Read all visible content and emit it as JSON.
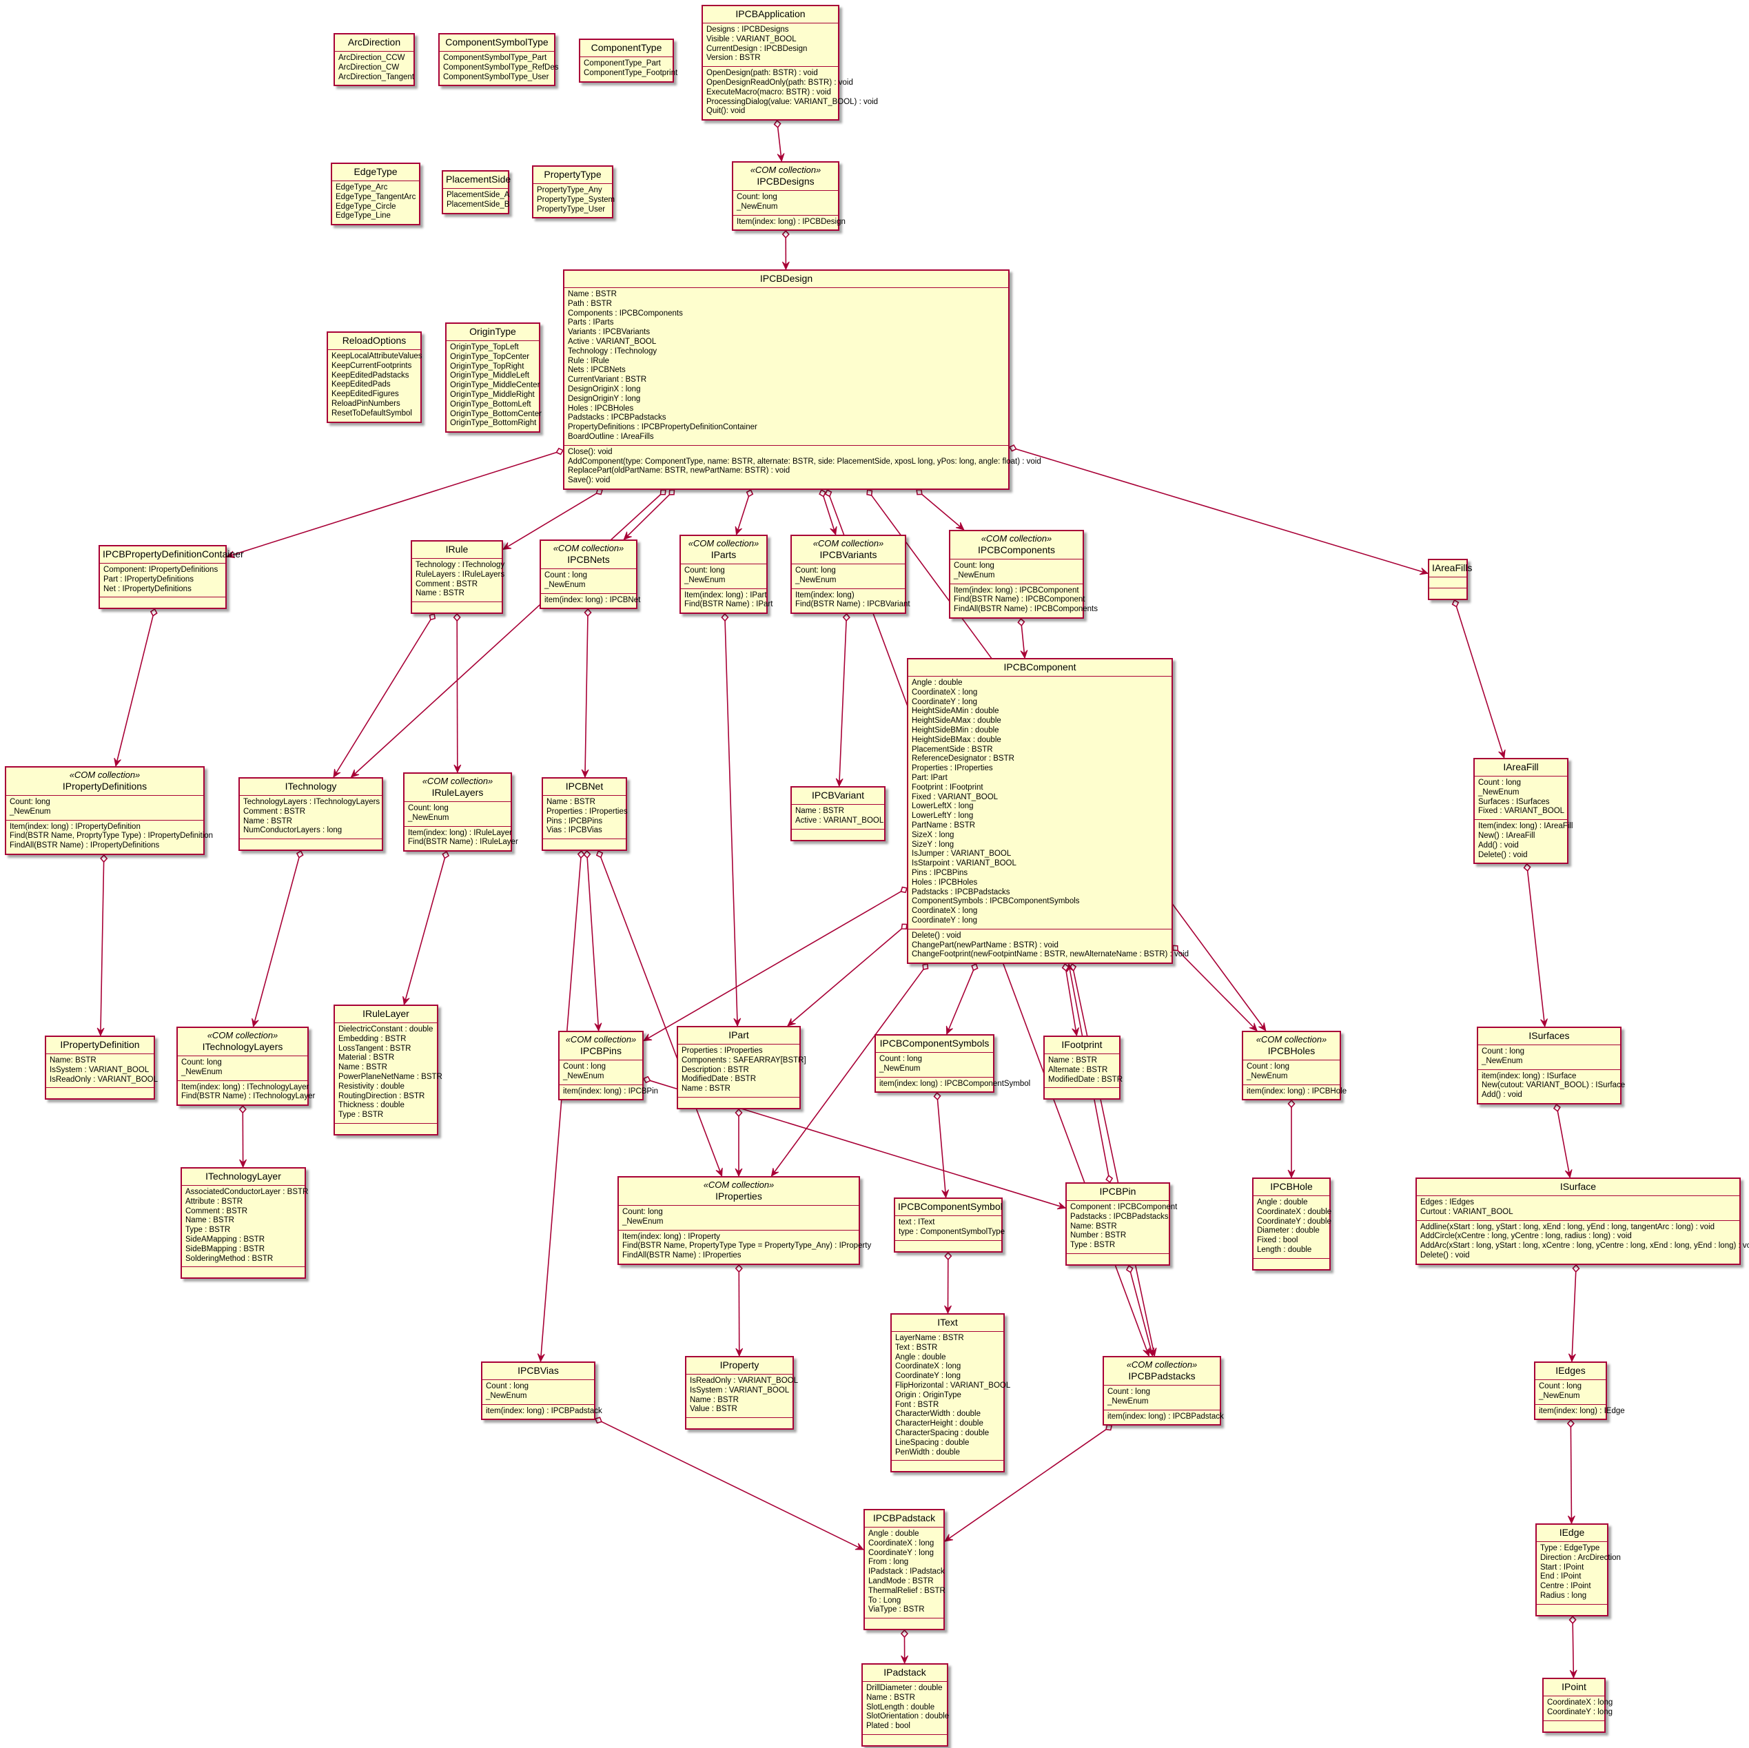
{
  "classes": {
    "ArcDirection": {
      "title": "ArcDirection",
      "stereo": "",
      "enum": true,
      "attrs": [
        "ArcDirection_CCW",
        "ArcDirection_CW",
        "ArcDirection_Tangent"
      ],
      "ops": []
    },
    "ComponentSymbolType": {
      "title": "ComponentSymbolType",
      "stereo": "",
      "enum": true,
      "attrs": [
        "ComponentSymbolType_Part",
        "ComponentSymbolType_RefDes",
        "ComponentSymbolType_User"
      ],
      "ops": []
    },
    "ComponentType": {
      "title": "ComponentType",
      "stereo": "",
      "enum": true,
      "attrs": [
        "ComponentType_Part",
        "ComponentType_Footprint"
      ],
      "ops": []
    },
    "EdgeType": {
      "title": "EdgeType",
      "stereo": "",
      "enum": true,
      "attrs": [
        "EdgeType_Arc",
        "EdgeType_TangentArc",
        "EdgeType_Circle",
        "EdgeType_Line"
      ],
      "ops": []
    },
    "PlacementSide": {
      "title": "PlacementSide",
      "stereo": "",
      "enum": true,
      "attrs": [
        "PlacementSide_A",
        "PlacementSide_B"
      ],
      "ops": []
    },
    "PropertyType": {
      "title": "PropertyType",
      "stereo": "",
      "enum": true,
      "attrs": [
        "PropertyType_Any",
        "PropertyType_System",
        "PropertyType_User"
      ],
      "ops": []
    },
    "ReloadOptions": {
      "title": "ReloadOptions",
      "stereo": "",
      "enum": true,
      "attrs": [
        "KeepLocalAttributeValues",
        "KeepCurrentFootprints",
        "KeepEditedPadstacks",
        "KeepEditedPads",
        "KeepEditedFigures",
        "ReloadPinNumbers",
        "ResetToDefaultSymbol"
      ],
      "ops": []
    },
    "OriginType": {
      "title": "OriginType",
      "stereo": "",
      "enum": true,
      "attrs": [
        "OriginType_TopLeft",
        "OriginType_TopCenter",
        "OriginType_TopRight",
        "OriginType_MiddleLeft",
        "OriginType_MiddleCenter",
        "OriginType_MiddleRight",
        "OriginType_BottomLeft",
        "OriginType_BottomCenter",
        "OriginType_BottomRight"
      ],
      "ops": []
    },
    "IPCBApplication": {
      "title": "IPCBApplication",
      "stereo": "",
      "attrs": [
        "Designs : IPCBDesigns",
        "Visible : VARIANT_BOOL",
        "CurrentDesign : IPCBDesign",
        "Version : BSTR"
      ],
      "ops": [
        "OpenDesign(path: BSTR) : void",
        "OpenDesignReadOnly(path: BSTR) : void",
        "ExecuteMacro(macro: BSTR) : void",
        "ProcessingDialog(value: VARIANT_BOOL) : void",
        "Quit(): void"
      ]
    },
    "IPCBDesigns": {
      "title": "IPCBDesigns",
      "stereo": "«COM collection»",
      "attrs": [
        "Count: long",
        "_NewEnum"
      ],
      "ops": [
        "Item(index: long) : IPCBDesign"
      ]
    },
    "IPCBDesign": {
      "title": "IPCBDesign",
      "stereo": "",
      "attrs": [
        "Name : BSTR",
        "Path : BSTR",
        "Components : IPCBComponents",
        "Parts : IParts",
        "Variants : IPCBVariants",
        "Active : VARIANT_BOOL",
        "Technology : ITechnology",
        "Rule : IRule",
        "Nets : IPCBNets",
        "CurrentVariant : BSTR",
        "DesignOriginX : long",
        "DesignOriginY : long",
        "Holes : IPCBHoles",
        "Padstacks : IPCBPadstacks",
        "PropertyDefinitions : IPCBPropertyDefinitionContainer",
        "BoardOutline : IAreaFills"
      ],
      "ops": [
        "Close(): void",
        "AddComponent(type: ComponentType, name: BSTR, alternate: BSTR, side: PlacementSide, xposL long, yPos: long, angle: float) : void",
        "ReplacePart(oldPartName: BSTR, newPartName: BSTR) : void",
        "Save(): void"
      ]
    },
    "IPCBPropertyDefinitionContainer": {
      "title": "IPCBPropertyDefinitionContainer",
      "stereo": "",
      "attrs": [
        "Component: IPropertyDefinitions",
        "Part : IPropertyDefinitions",
        "Net : IPropertyDefinitions"
      ],
      "ops": []
    },
    "IRule": {
      "title": "IRule",
      "stereo": "",
      "attrs": [
        "Technology : ITechnology",
        "RuleLayers : IRuleLayers",
        "Comment : BSTR",
        "Name : BSTR"
      ],
      "ops": []
    },
    "IPCBNets": {
      "title": "IPCBNets",
      "stereo": "«COM collection»",
      "attrs": [
        "Count : long",
        "_NewEnum"
      ],
      "ops": [
        "item(index: long) : IPCBNet"
      ]
    },
    "IParts": {
      "title": "IParts",
      "stereo": "«COM collection»",
      "attrs": [
        "Count: long",
        "_NewEnum"
      ],
      "ops": [
        "Item(index: long) : IPart",
        "Find(BSTR Name) : IPart"
      ]
    },
    "IPCBVariants": {
      "title": "IPCBVariants",
      "stereo": "«COM collection»",
      "attrs": [
        "Count: long",
        "_NewEnum"
      ],
      "ops": [
        "Item(index: long)",
        "Find(BSTR Name) : IPCBVariant"
      ]
    },
    "IPCBComponents": {
      "title": "IPCBComponents",
      "stereo": "«COM collection»",
      "attrs": [
        "Count: long",
        "_NewEnum"
      ],
      "ops": [
        "Item(index: long) : IPCBComponent",
        "Find(BSTR Name) : IPCBComponent",
        "FindAll(BSTR Name) : IPCBComponents"
      ]
    },
    "IAreaFills": {
      "title": "IAreaFills",
      "stereo": "",
      "attrs": [],
      "ops": []
    },
    "IPropertyDefinitions": {
      "title": "IPropertyDefinitions",
      "stereo": "«COM collection»",
      "attrs": [
        "Count: long",
        "_NewEnum"
      ],
      "ops": [
        "Item(index: long) : IPropertyDefinition",
        "Find(BSTR Name, ProprtyType Type) : IPropertyDefinition",
        "FindAll(BSTR Name) : IPropertyDefinitions"
      ]
    },
    "ITechnology": {
      "title": "ITechnology",
      "stereo": "",
      "attrs": [
        "TechnologyLayers : ITechnologyLayers",
        "Comment : BSTR",
        "Name : BSTR",
        "NumConductorLayers : long"
      ],
      "ops": []
    },
    "IRuleLayers": {
      "title": "IRuleLayers",
      "stereo": "«COM collection»",
      "attrs": [
        "Count: long",
        "_NewEnum"
      ],
      "ops": [
        "Item(index: long) : IRuleLayer",
        "Find(BSTR Name) : IRuleLayer"
      ]
    },
    "IPCBNet": {
      "title": "IPCBNet",
      "stereo": "",
      "attrs": [
        "Name : BSTR",
        "Properties : IProperties",
        "Pins : IPCBPins",
        "Vias : IPCBVias"
      ],
      "ops": []
    },
    "IPCBVariant": {
      "title": "IPCBVariant",
      "stereo": "",
      "attrs": [
        "Name : BSTR",
        "Active : VARIANT_BOOL"
      ],
      "ops": []
    },
    "IPCBComponent": {
      "title": "IPCBComponent",
      "stereo": "",
      "attrs": [
        "Angle : double",
        "CoordinateX : long",
        "CoordinateY : long",
        "HeightSideAMin : double",
        "HeightSideAMax : double",
        "HeightSideBMin : double",
        "HeightSideBMax : double",
        "PlacementSide : BSTR",
        "ReferenceDesignator : BSTR",
        "Properties : IProperties",
        "Part: IPart",
        "Footprint : IFootprint",
        "Fixed : VARIANT_BOOL",
        "LowerLeftX : long",
        "LowerLeftY : long",
        "PartName : BSTR",
        "SizeX : long",
        "SizeY : long",
        "IsJumper : VARIANT_BOOL",
        "IsStarpoint : VARIANT_BOOL",
        "Pins : IPCBPins",
        "Holes : IPCBHoles",
        "Padstacks : IPCBPadstacks",
        "ComponentSymbols : IPCBComponentSymbols",
        "CoordinateX : long",
        "CoordinateY : long"
      ],
      "ops": [
        "Delete() : void",
        "ChangePart(newPartName : BSTR) : void",
        "ChangeFootprint(newFootpintName : BSTR, newAlternateName : BSTR) : void"
      ]
    },
    "IAreaFill": {
      "title": "IAreaFill",
      "stereo": "",
      "attrs": [
        "Count : long",
        "_NewEnum",
        "Surfaces : ISurfaces",
        "Fixed : VARIANT_BOOL"
      ],
      "ops": [
        "Item(index: long) : IAreaFill",
        "New() : IAreaFill",
        "Add() : void",
        "Delete() : void"
      ]
    },
    "IPropertyDefinition": {
      "title": "IPropertyDefinition",
      "stereo": "",
      "attrs": [
        "Name: BSTR",
        "IsSystem : VARIANT_BOOL",
        "IsReadOnly : VARIANT_BOOL"
      ],
      "ops": []
    },
    "ITechnologyLayers": {
      "title": "ITechnologyLayers",
      "stereo": "«COM collection»",
      "attrs": [
        "Count: long",
        "_NewEnum"
      ],
      "ops": [
        "Item(index: long) : ITechnologyLayer",
        "Find(BSTR Name) : ITechnologyLayer"
      ]
    },
    "IRuleLayer": {
      "title": "IRuleLayer",
      "stereo": "",
      "attrs": [
        "DielectricConstant : double",
        "Embedding : BSTR",
        "LossTangent : BSTR",
        "Material : BSTR",
        "Name : BSTR",
        "PowerPlaneNetName : BSTR",
        "Resistivity : double",
        "RoutingDirection : BSTR",
        "Thickness : double",
        "Type : BSTR"
      ],
      "ops": []
    },
    "IPCBPins": {
      "title": "IPCBPins",
      "stereo": "«COM collection»",
      "attrs": [
        "Count : long",
        "_NewEnum"
      ],
      "ops": [
        "item(index: long) : IPCBPin"
      ]
    },
    "IPart": {
      "title": "IPart",
      "stereo": "",
      "attrs": [
        "Properties : IProperties",
        "Components : SAFEARRAY[BSTR]",
        "Description : BSTR",
        "ModifiedDate : BSTR",
        "Name : BSTR"
      ],
      "ops": []
    },
    "IPCBComponentSymbols": {
      "title": "IPCBComponentSymbols",
      "stereo": "",
      "attrs": [
        "Count : long",
        "_NewEnum"
      ],
      "ops": [
        "item(index: long) : IPCBComponentSymbol"
      ]
    },
    "IFootprint": {
      "title": "IFootprint",
      "stereo": "",
      "attrs": [
        "Name : BSTR",
        "Alternate : BSTR",
        "ModifiedDate : BSTR"
      ],
      "ops": []
    },
    "IPCBHoles": {
      "title": "IPCBHoles",
      "stereo": "«COM collection»",
      "attrs": [
        "Count : long",
        "_NewEnum"
      ],
      "ops": [
        "item(index: long) : IPCBHole"
      ]
    },
    "ISurfaces": {
      "title": "ISurfaces",
      "stereo": "",
      "attrs": [
        "Count : long",
        "_NewEnum"
      ],
      "ops": [
        "item(index: long) : ISurface",
        "New(cutout: VARIANT_BOOL) : ISurface",
        "Add() : void"
      ]
    },
    "ITechnologyLayer": {
      "title": "ITechnologyLayer",
      "stereo": "",
      "attrs": [
        "AssociatedConductorLayer : BSTR",
        "Attribute : BSTR",
        "Comment : BSTR",
        "Name : BSTR",
        "Type : BSTR",
        "SideAMapping : BSTR",
        "SideBMapping : BSTR",
        "SolderingMethod : BSTR"
      ],
      "ops": []
    },
    "IProperties": {
      "title": "IProperties",
      "stereo": "«COM collection»",
      "attrs": [
        "Count: long",
        "_NewEnum"
      ],
      "ops": [
        "Item(index: long) : IProperty",
        "Find(BSTR Name, PropertyType Type = PropertyType_Any) : IProperty",
        "FindAll(BSTR Name) : IProperties"
      ]
    },
    "IPCBComponentSymbol": {
      "title": "IPCBComponentSymbol",
      "stereo": "",
      "attrs": [
        "text : IText",
        "type : ComponentSymbolType"
      ],
      "ops": []
    },
    "IPCBPin": {
      "title": "IPCBPin",
      "stereo": "",
      "attrs": [
        "Component : IPCBComponent",
        "Padstacks : IPCBPadstacks",
        "Name: BSTR",
        "Number : BSTR",
        "Type : BSTR"
      ],
      "ops": []
    },
    "IPCBHole": {
      "title": "IPCBHole",
      "stereo": "",
      "attrs": [
        "Angle : double",
        "CoordinateX : double",
        "CoordinateY : double",
        "Diameter : double",
        "Fixed : bool",
        "Length : double"
      ],
      "ops": []
    },
    "ISurface": {
      "title": "ISurface",
      "stereo": "",
      "attrs": [
        "Edges : IEdges",
        "Curtout : VARIANT_BOOL"
      ],
      "ops": [
        "Addline(xStart : long, yStart : long, xEnd : long, yEnd : long, tangentArc : long) : void",
        "AddCircle(xCentre : long, yCentre : long, radius : long) : void",
        "AddArc(xStart : long, yStart : long, xCentre : long, yCentre : long, xEnd : long, yEnd : long) : void",
        "Delete() : void"
      ]
    },
    "IText": {
      "title": "IText",
      "stereo": "",
      "attrs": [
        "LayerName : BSTR",
        "Text : BSTR",
        "Angle : double",
        "CoordinateX : long",
        "CoordinateY : long",
        "FlipHorizontal : VARIANT_BOOL",
        "Origin : OriginType",
        "Font : BSTR",
        "CharacterWidth : double",
        "CharacterHeight : double",
        "CharacterSpacing : double",
        "LineSpacing : double",
        "PenWidth : double"
      ],
      "ops": []
    },
    "IPCBVias": {
      "title": "IPCBVias",
      "stereo": "",
      "attrs": [
        "Count : long",
        "_NewEnum"
      ],
      "ops": [
        "item(index: long) : IPCBPadstack"
      ]
    },
    "IProperty": {
      "title": "IProperty",
      "stereo": "",
      "attrs": [
        "IsReadOnly : VARIANT_BOOL",
        "IsSystem : VARIANT_BOOL",
        "Name : BSTR",
        "Value : BSTR"
      ],
      "ops": []
    },
    "IPCBPadstacks": {
      "title": "IPCBPadstacks",
      "stereo": "«COM collection»",
      "attrs": [
        "Count : long",
        "_NewEnum"
      ],
      "ops": [
        "item(index: long) : IPCBPadstack"
      ]
    },
    "IEdges": {
      "title": "IEdges",
      "stereo": "",
      "attrs": [
        "Count : long",
        "_NewEnum"
      ],
      "ops": [
        "item(index: long) : IEdge"
      ]
    },
    "IPCBPadstack": {
      "title": "IPCBPadstack",
      "stereo": "",
      "attrs": [
        "Angle : double",
        "CoordinateX : long",
        "CoordinateY : long",
        "From : long",
        "IPadstack : IPadstack",
        "LandMode : BSTR",
        "ThermalRelief : BSTR",
        "To : Long",
        "ViaType : BSTR"
      ],
      "ops": []
    },
    "IEdge": {
      "title": "IEdge",
      "stereo": "",
      "attrs": [
        "Type : EdgeType",
        "Direction : ArcDirection",
        "Start : IPoint",
        "End : IPoint",
        "Centre : IPoint",
        "Radius : long"
      ],
      "ops": []
    },
    "IPadstack": {
      "title": "IPadstack",
      "stereo": "",
      "attrs": [
        "DrillDiameter : double",
        "Name : BSTR",
        "SlotLength : double",
        "SlotOrientation : double",
        "Plated : bool"
      ],
      "ops": []
    },
    "IPoint": {
      "title": "IPoint",
      "stereo": "",
      "attrs": [
        "CoordinateX : long",
        "CoordinateY : long"
      ],
      "ops": []
    }
  },
  "relations": [
    {
      "from": "IPCBApplication",
      "to": "IPCBDesigns",
      "kind": "aggregation"
    },
    {
      "from": "IPCBDesigns",
      "to": "IPCBDesign",
      "kind": "aggregation"
    },
    {
      "from": "IPCBDesign",
      "to": "IPCBPropertyDefinitionContainer",
      "kind": "aggregation"
    },
    {
      "from": "IPCBDesign",
      "to": "ITechnology",
      "kind": "aggregation"
    },
    {
      "from": "IPCBDesign",
      "to": "IRule",
      "kind": "aggregation"
    },
    {
      "from": "IPCBDesign",
      "to": "IPCBNets",
      "kind": "aggregation"
    },
    {
      "from": "IPCBDesign",
      "to": "IParts",
      "kind": "aggregation"
    },
    {
      "from": "IPCBDesign",
      "to": "IPCBVariants",
      "kind": "aggregation"
    },
    {
      "from": "IPCBDesign",
      "to": "IPCBComponents",
      "kind": "aggregation"
    },
    {
      "from": "IPCBDesign",
      "to": "IPCBHoles",
      "kind": "aggregation"
    },
    {
      "from": "IPCBDesign",
      "to": "IPCBPadstacks",
      "kind": "aggregation"
    },
    {
      "from": "IPCBDesign",
      "to": "IAreaFills",
      "kind": "aggregation"
    },
    {
      "from": "IPCBPropertyDefinitionContainer",
      "to": "IPropertyDefinitions",
      "kind": "aggregation"
    },
    {
      "from": "IPropertyDefinitions",
      "to": "IPropertyDefinition",
      "kind": "aggregation"
    },
    {
      "from": "IRule",
      "to": "ITechnology",
      "kind": "aggregation"
    },
    {
      "from": "IRule",
      "to": "IRuleLayers",
      "kind": "aggregation"
    },
    {
      "from": "ITechnology",
      "to": "ITechnologyLayers",
      "kind": "aggregation"
    },
    {
      "from": "ITechnologyLayers",
      "to": "ITechnologyLayer",
      "kind": "aggregation"
    },
    {
      "from": "IRuleLayers",
      "to": "IRuleLayer",
      "kind": "aggregation"
    },
    {
      "from": "IPCBNets",
      "to": "IPCBNet",
      "kind": "aggregation"
    },
    {
      "from": "IPCBNet",
      "to": "IPCBPins",
      "kind": "aggregation"
    },
    {
      "from": "IPCBNet",
      "to": "IProperties",
      "kind": "aggregation"
    },
    {
      "from": "IPCBNet",
      "to": "IPCBVias",
      "kind": "aggregation"
    },
    {
      "from": "IParts",
      "to": "IPart",
      "kind": "aggregation"
    },
    {
      "from": "IPCBVariants",
      "to": "IPCBVariant",
      "kind": "aggregation"
    },
    {
      "from": "IPCBComponents",
      "to": "IPCBComponent",
      "kind": "aggregation"
    },
    {
      "from": "IPCBComponent",
      "to": "IPCBPins",
      "kind": "aggregation"
    },
    {
      "from": "IPCBComponent",
      "to": "IPart",
      "kind": "aggregation"
    },
    {
      "from": "IPCBComponent",
      "to": "IProperties",
      "kind": "aggregation"
    },
    {
      "from": "IPCBComponent",
      "to": "IPCBComponentSymbols",
      "kind": "aggregation"
    },
    {
      "from": "IPCBComponent",
      "to": "IFootprint",
      "kind": "aggregation"
    },
    {
      "from": "IPCBComponent",
      "to": "IPCBHoles",
      "kind": "aggregation"
    },
    {
      "from": "IPCBComponent",
      "to": "IPCBPadstacks",
      "kind": "aggregation"
    },
    {
      "from": "IPCBPins",
      "to": "IPCBPin",
      "kind": "aggregation"
    },
    {
      "from": "IPCBPin",
      "to": "IPCBComponent",
      "kind": "aggregation"
    },
    {
      "from": "IPCBPin",
      "to": "IPCBPadstacks",
      "kind": "aggregation"
    },
    {
      "from": "IPart",
      "to": "IProperties",
      "kind": "aggregation"
    },
    {
      "from": "IPCBComponentSymbols",
      "to": "IPCBComponentSymbol",
      "kind": "aggregation"
    },
    {
      "from": "IPCBComponentSymbol",
      "to": "IText",
      "kind": "aggregation"
    },
    {
      "from": "IPCBHoles",
      "to": "IPCBHole",
      "kind": "aggregation"
    },
    {
      "from": "IProperties",
      "to": "IProperty",
      "kind": "aggregation"
    },
    {
      "from": "IPCBVias",
      "to": "IPCBPadstack",
      "kind": "aggregation"
    },
    {
      "from": "IPCBPadstacks",
      "to": "IPCBPadstack",
      "kind": "aggregation"
    },
    {
      "from": "IPCBPadstack",
      "to": "IPadstack",
      "kind": "aggregation"
    },
    {
      "from": "IAreaFills",
      "to": "IAreaFill",
      "kind": "aggregation"
    },
    {
      "from": "IAreaFill",
      "to": "ISurfaces",
      "kind": "aggregation"
    },
    {
      "from": "ISurfaces",
      "to": "ISurface",
      "kind": "aggregation"
    },
    {
      "from": "ISurface",
      "to": "IEdges",
      "kind": "aggregation"
    },
    {
      "from": "IEdges",
      "to": "IEdge",
      "kind": "aggregation"
    },
    {
      "from": "IEdge",
      "to": "IPoint",
      "kind": "aggregation"
    }
  ],
  "colors": {
    "fill": "#fefece",
    "border": "#a80036",
    "edge": "#a80036"
  }
}
